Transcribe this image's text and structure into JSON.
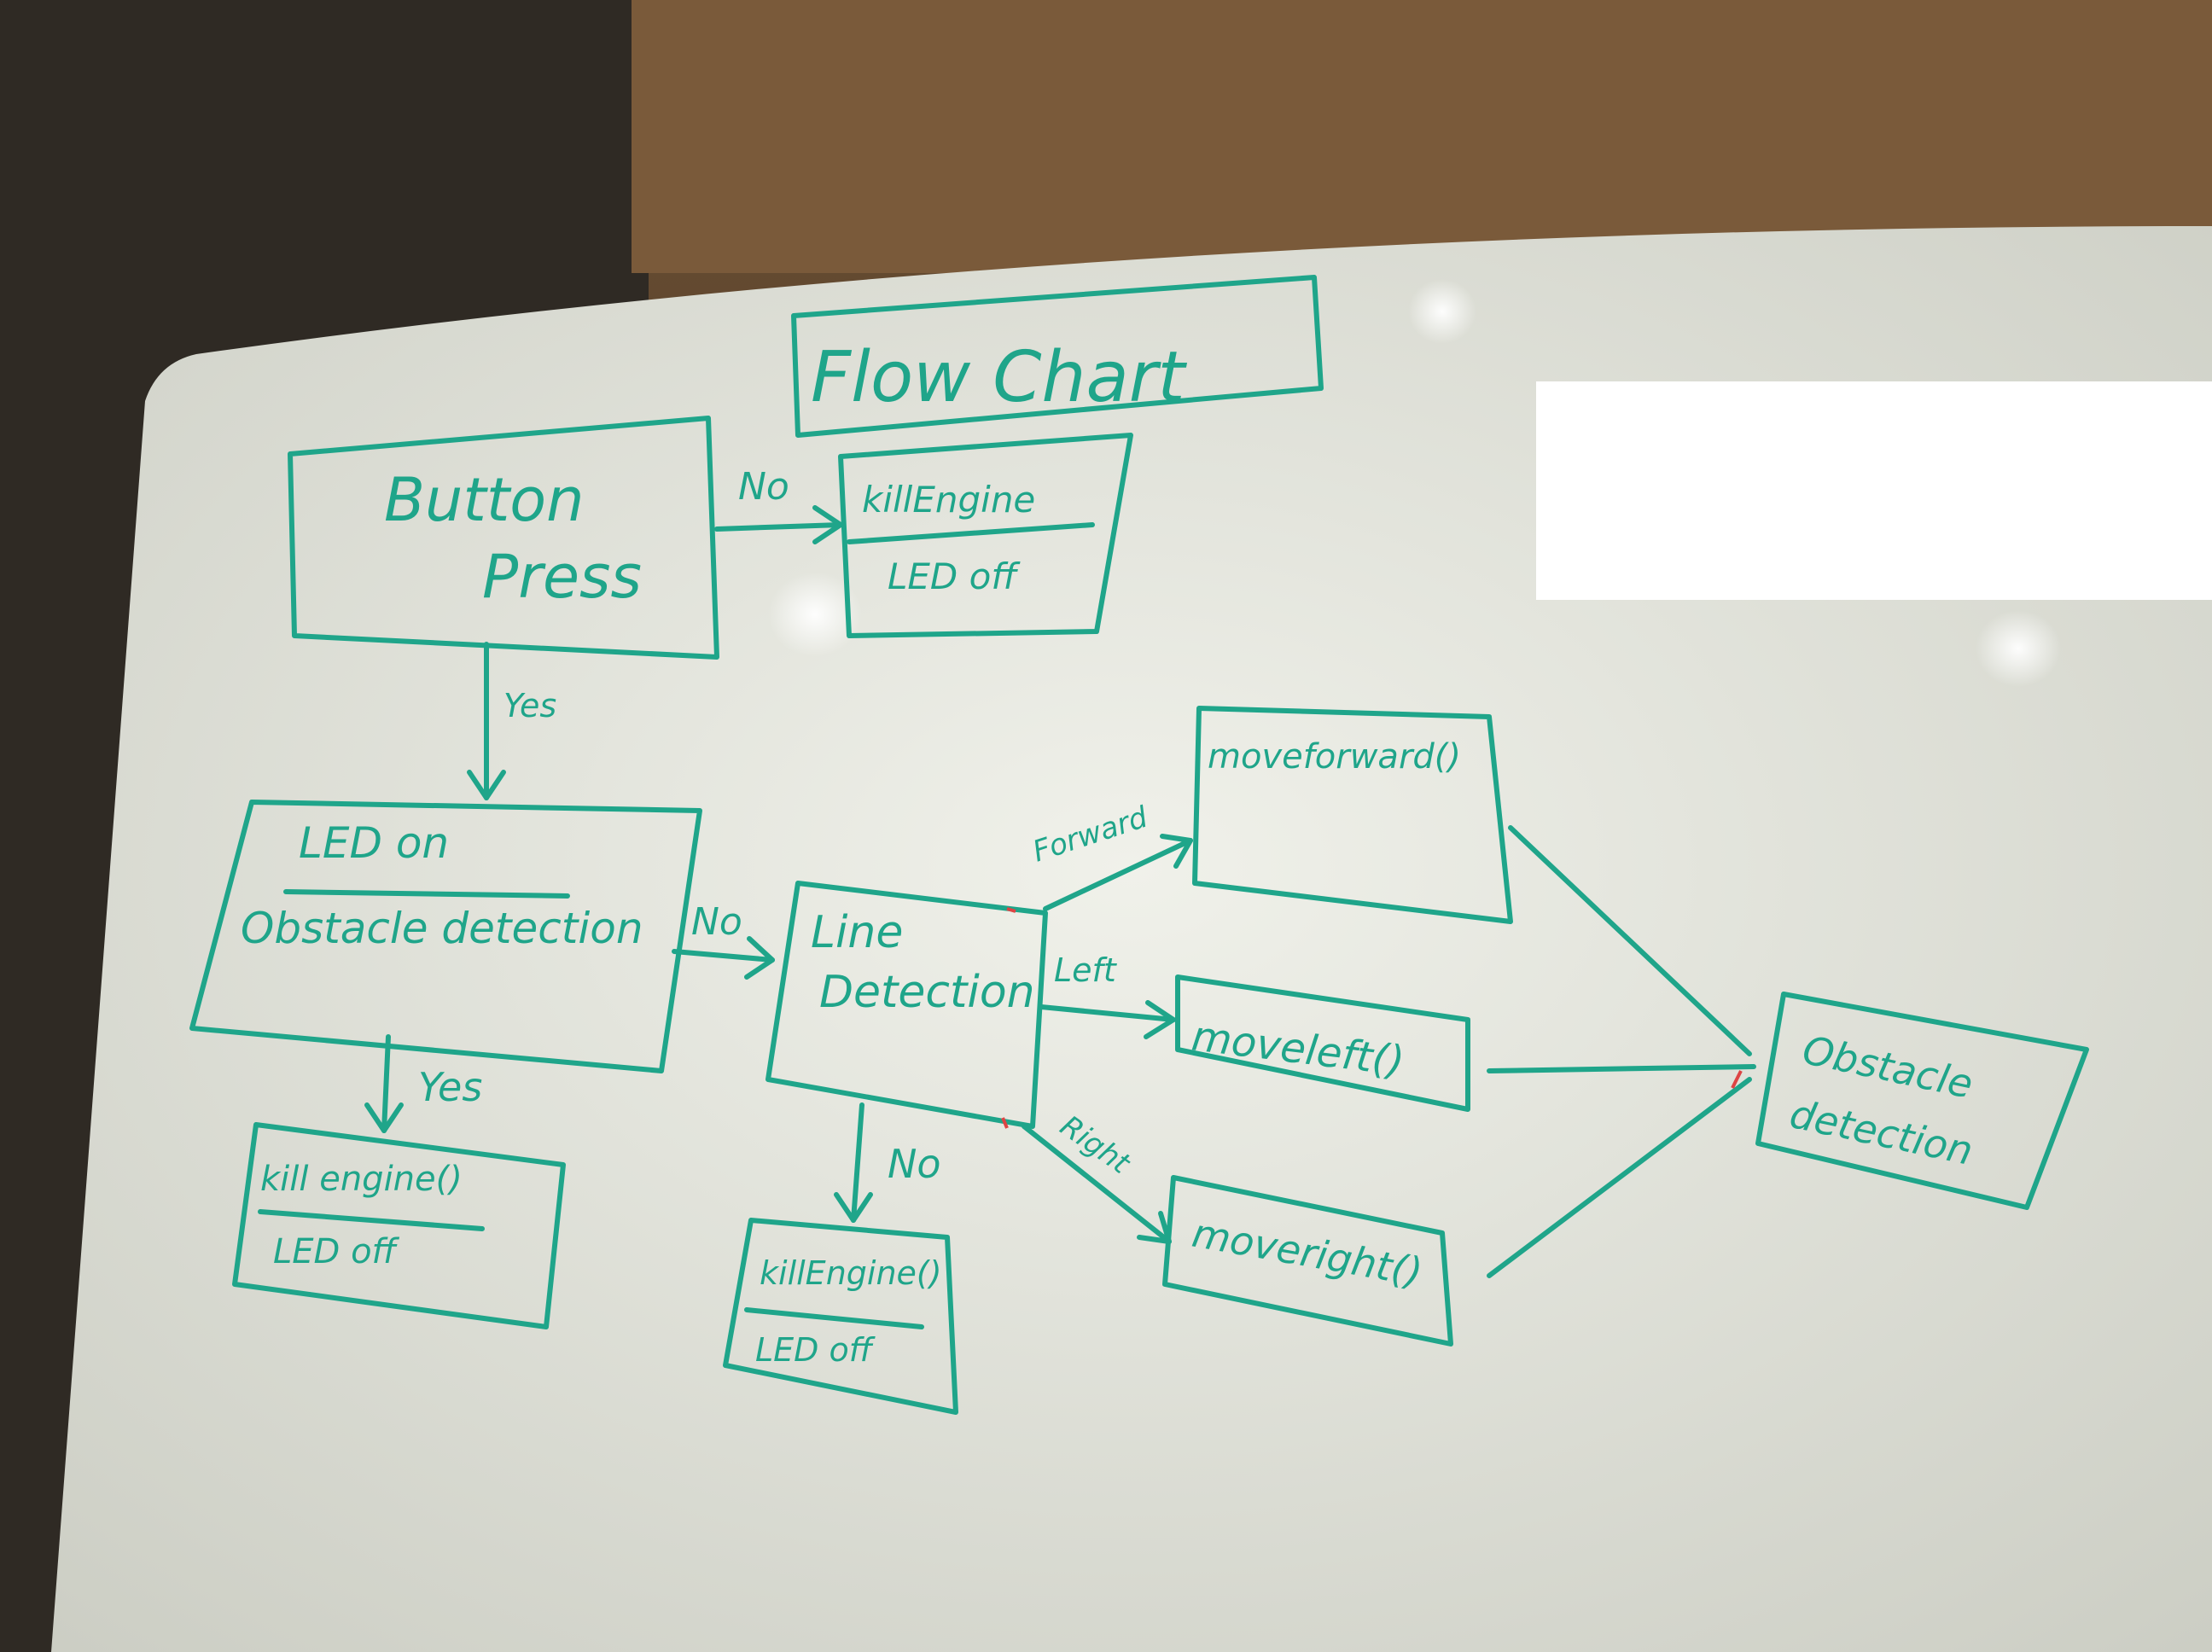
{
  "diagram": {
    "title": "Flow Chart",
    "nodes": {
      "button_press": [
        "Button",
        "Press"
      ],
      "kill_engine_top": [
        "killEngine",
        "LED off"
      ],
      "led_on_obstacle": [
        "LED on",
        "Obstacle detection"
      ],
      "kill_engine_left": [
        "kill engine()",
        "LED off"
      ],
      "line_detection": [
        "Line",
        "Detection"
      ],
      "kill_engine_mid": [
        "killEngine()",
        "LED off"
      ],
      "move_forward": "moveforward()",
      "move_left": "moveleft()",
      "move_right": "moveright()",
      "obstacle_detection_end": [
        "Obstacle",
        "detection"
      ]
    },
    "edge_labels": {
      "button_no": "No",
      "button_yes": "Yes",
      "obstacle_no": "No",
      "obstacle_yes": "Yes",
      "line_no": "No",
      "forward": "Forward",
      "left": "Left",
      "right": "Right"
    }
  },
  "colors": {
    "marker": "#1fa58a",
    "board": "#e9eae2",
    "wall": "#5a4530"
  }
}
